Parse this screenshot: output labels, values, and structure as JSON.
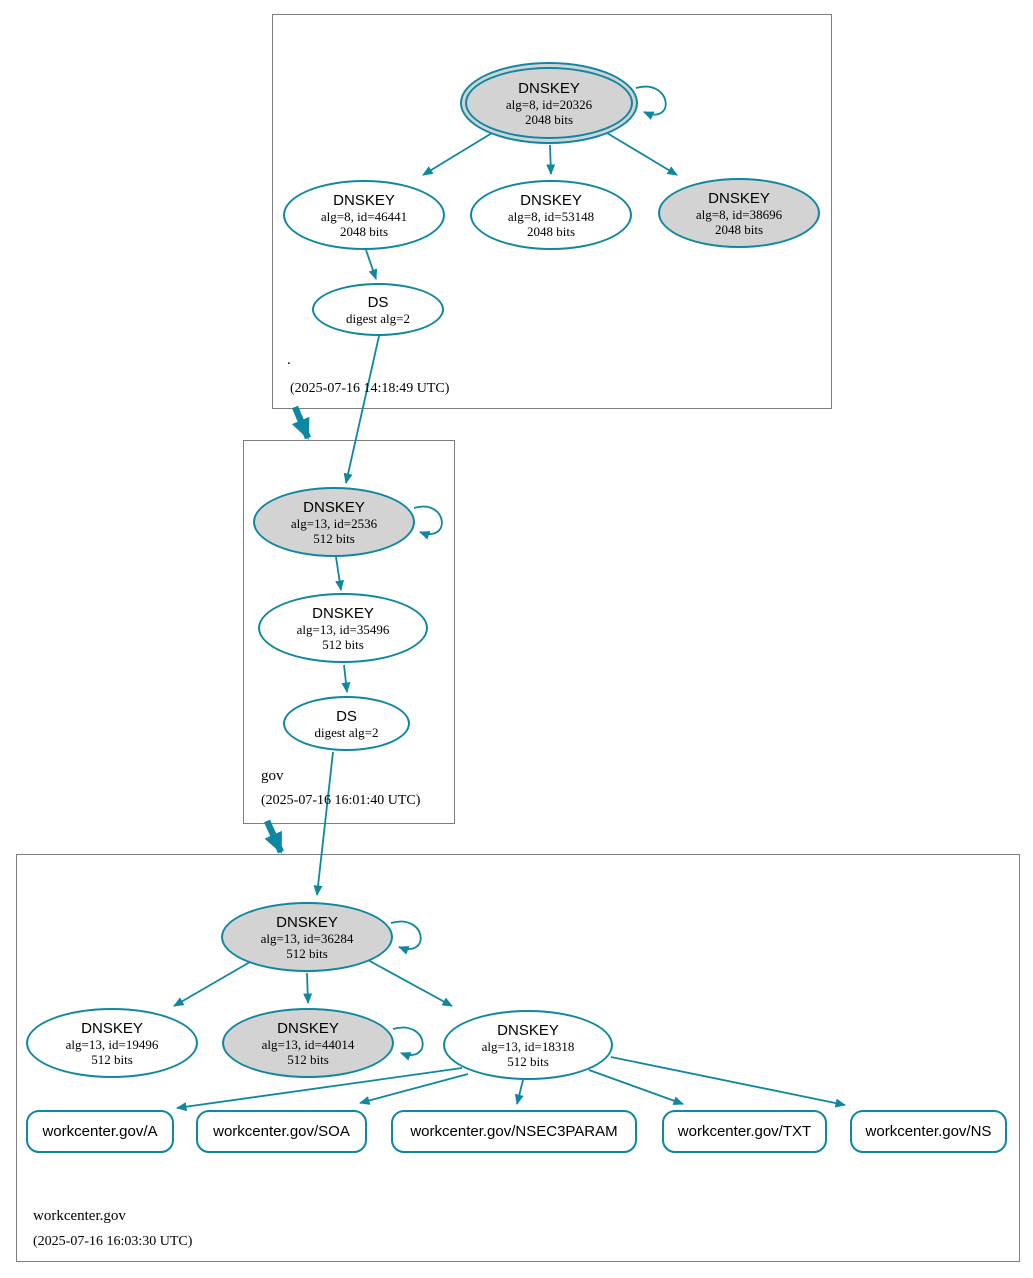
{
  "diagram_type": "dnssec-authentication-chain",
  "colors": {
    "accent": "#0e87a3",
    "node_fill_gray": "#d3d3d3",
    "zone_box_border": "#7f7f7f",
    "background": "#ffffff"
  },
  "zones": [
    {
      "name": ".",
      "timestamp": "(2025-07-16 14:18:49 UTC)",
      "nodes": {
        "ksk": {
          "title": "DNSKEY",
          "detail1": "alg=8, id=20326",
          "detail2": "2048 bits",
          "style": "gray-double-ellipse-self-signed"
        },
        "zsk1": {
          "title": "DNSKEY",
          "detail1": "alg=8, id=46441",
          "detail2": "2048 bits",
          "style": "white-ellipse"
        },
        "zsk2": {
          "title": "DNSKEY",
          "detail1": "alg=8, id=53148",
          "detail2": "2048 bits",
          "style": "white-ellipse"
        },
        "zsk3": {
          "title": "DNSKEY",
          "detail1": "alg=8, id=38696",
          "detail2": "2048 bits",
          "style": "gray-ellipse"
        },
        "ds": {
          "title": "DS",
          "detail1": "digest alg=2",
          "style": "white-ellipse"
        }
      }
    },
    {
      "name": "gov",
      "timestamp": "(2025-07-16 16:01:40 UTC)",
      "nodes": {
        "ksk": {
          "title": "DNSKEY",
          "detail1": "alg=13, id=2536",
          "detail2": "512 bits",
          "style": "gray-ellipse-self-signed"
        },
        "zsk": {
          "title": "DNSKEY",
          "detail1": "alg=13, id=35496",
          "detail2": "512 bits",
          "style": "white-ellipse"
        },
        "ds": {
          "title": "DS",
          "detail1": "digest alg=2",
          "style": "white-ellipse"
        }
      }
    },
    {
      "name": "workcenter.gov",
      "timestamp": "(2025-07-16 16:03:30 UTC)",
      "nodes": {
        "ksk": {
          "title": "DNSKEY",
          "detail1": "alg=13, id=36284",
          "detail2": "512 bits",
          "style": "gray-ellipse-self-signed"
        },
        "zsk1": {
          "title": "DNSKEY",
          "detail1": "alg=13, id=19496",
          "detail2": "512 bits",
          "style": "white-ellipse"
        },
        "zsk2": {
          "title": "DNSKEY",
          "detail1": "alg=13, id=44014",
          "detail2": "512 bits",
          "style": "gray-ellipse-self-signed"
        },
        "zsk3": {
          "title": "DNSKEY",
          "detail1": "alg=13, id=18318",
          "detail2": "512 bits",
          "style": "white-ellipse"
        },
        "rrsets": [
          {
            "label": "workcenter.gov/A"
          },
          {
            "label": "workcenter.gov/SOA"
          },
          {
            "label": "workcenter.gov/NSEC3PARAM"
          },
          {
            "label": "workcenter.gov/TXT"
          },
          {
            "label": "workcenter.gov/NS"
          }
        ]
      }
    }
  ]
}
